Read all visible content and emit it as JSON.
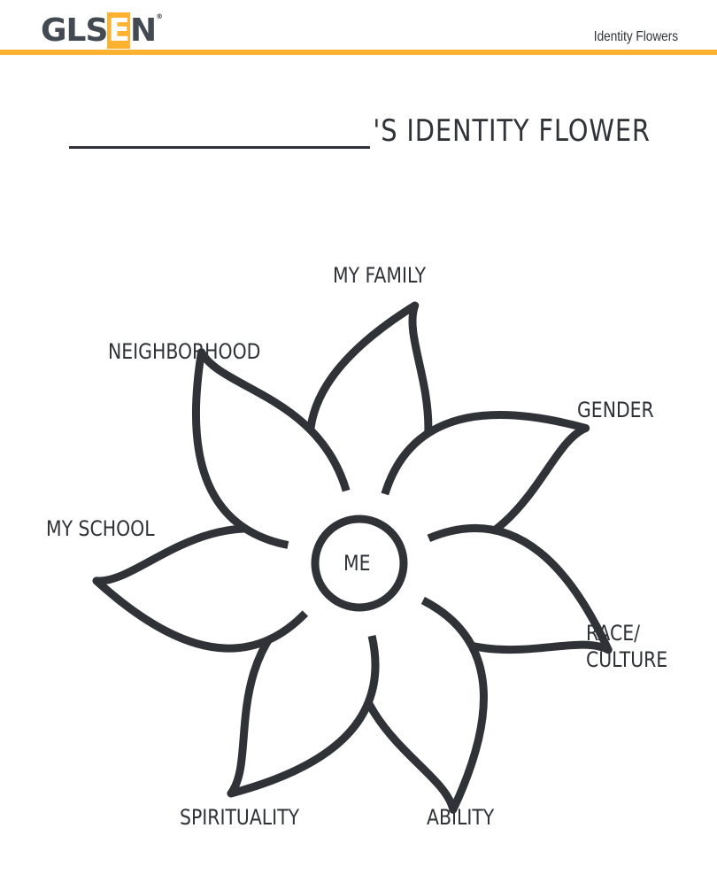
{
  "header": {
    "logo": "GLSEN",
    "document_title": "Identity Flowers"
  },
  "heading": {
    "suffix": "'S IDENTITY FLOWER"
  },
  "flower": {
    "center": "ME",
    "petals": [
      "MY FAMILY",
      "GENDER",
      "RACE/ CULTURE",
      "ABILITY",
      "SPIRITUALITY",
      "MY SCHOOL",
      "NEIGHBORHOOD"
    ]
  },
  "colors": {
    "accent": "#ffb22f",
    "ink": "#2f3237"
  }
}
